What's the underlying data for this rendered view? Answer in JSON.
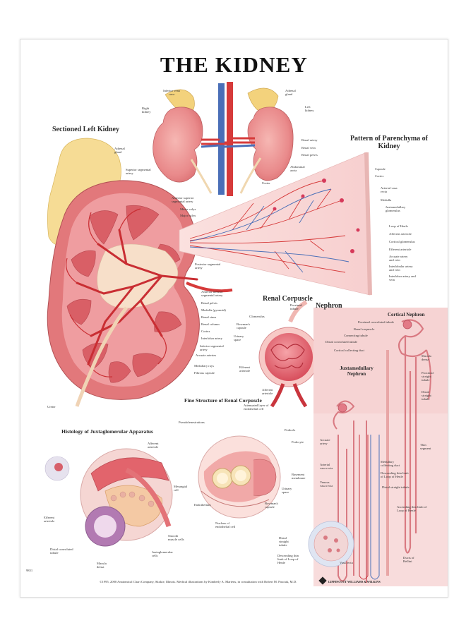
{
  "title": "THE KIDNEY",
  "sections": {
    "sectioned": "Sectioned Left Kidney",
    "parenchyma": "Pattern of Parenchyma of Kidney",
    "corpuscle": "Renal Corpuscle",
    "nephron": "Nephron",
    "cortical": "Cortical Nephron",
    "juxta": "Juxtamedullary Nephron",
    "fine": "Fine Structure of Renal Corpuscle",
    "histology": "Histology of Juxtaglomerular Apparatus"
  },
  "labels": {
    "top": {
      "ivc": "Inferior vena cava",
      "right_kidney": "Right kidney",
      "adrenal": "Adrenal gland",
      "left_kidney": "Left kidney",
      "renal_artery": "Renal artery",
      "renal_vein": "Renal vein",
      "renal_pelvis": "Renal pelvis",
      "aorta": "Abdominal aorta",
      "ureter": "Ureter"
    },
    "section": {
      "adrenal": "Adrenal gland",
      "superior": "Superior segmental artery",
      "anterior_sup": "Anterior superior segmental artery",
      "minor": "Minor calyx",
      "major": "Major calyx",
      "posterior": "Posterior segmental artery",
      "anterior_inf": "Anterior inferior segmental artery",
      "pelvis": "Renal pelvis",
      "medulla": "Medulla (pyramid)",
      "sinus": "Renal sinus",
      "column": "Renal column",
      "cortex": "Cortex",
      "interlobar": "Interlobar artery",
      "inferior": "Inferior segmental artery",
      "arcuate": "Arcuate arteries",
      "rays": "Medullary rays",
      "capsule": "Fibrous capsule",
      "ureter": "Ureter"
    },
    "parenchyma": {
      "capsule": "Capsule",
      "cortex": "Cortex",
      "vasa": "Arterial vasa recta",
      "medulla": "Medulla",
      "juxta_glom": "Juxtamedullary glomerulus",
      "loop": "Loop of Henle",
      "afferent": "Afferent arteriole",
      "cortical_glom": "Cortical glomerulus",
      "efferent": "Efferent arteriole",
      "arcuate": "Arcuate artery and vein",
      "interlobular": "Interlobular artery and vein",
      "interlobar": "Interlobar artery and vein"
    },
    "corpuscle": {
      "proximal": "Proximal tubule",
      "glomerulus": "Glomerulus",
      "bowmans": "Bowman's capsule",
      "urinary": "Urinary space",
      "efferent": "Efferent arteriole",
      "afferent": "Afferent arteriole"
    },
    "nephron": {
      "pct": "Proximal convoluted tubule",
      "corpuscle": "Renal corpuscle",
      "connecting": "Connecting tubule",
      "dct": "Distal convoluted tubule",
      "collecting": "Cortical collecting duct",
      "macula": "Macula densa",
      "prox_straight": "Proximal straight tubule",
      "dist_straight": "Distal straight tubule",
      "arcuate": "Arcuate artery",
      "thin": "Thin segment",
      "medullary_cd": "Medullary collecting duct",
      "desc_thin": "Descending thin limb of Loop of Henle",
      "dist_straight2": "Distal straight tubule",
      "arterial_vasa": "Arterial vasa recta",
      "venous_vasa": "Venous vasa recta",
      "asc_thin": "Ascending thin limb of Loop of Henle",
      "bellini": "Ducts of Bellini",
      "vasa": "Vasa recta",
      "dist_straight3": "Distal straight tubule",
      "desc_thin2": "Descending thin limb of Loop of Henle"
    },
    "fine": {
      "pseudo": "Pseudofenestrations",
      "attenuated": "Attenuated layer of endothelial cell",
      "pedicels": "Pedicels",
      "podocyte": "Podocyte",
      "basement": "Basement membrane",
      "urinary": "Urinary space",
      "bowmans": "Bowman's capsule",
      "mesangial": "Mesangial cell",
      "endothelium": "Endothelium",
      "nucleus": "Nucleus of endothelial cell"
    },
    "histo": {
      "afferent": "Afferent arteriole",
      "efferent": "Efferent arteriole",
      "smooth": "Smooth muscle cells",
      "jg_cells": "Juxtaglomerular cells",
      "dct": "Distal convoluted tubule",
      "macula": "Macula densa"
    }
  },
  "footer": {
    "left_code": "9851",
    "credit": "©1995, 2000 Anatomical Chart Company, Skokie, Illinois. Medical illustrations by Kimberly A. Martens, in consultation with Robert M. Pasciak, M.D.",
    "publisher": "LIPPINCOTT WILLIAMS & WILKINS"
  },
  "colors": {
    "kidney": "#e8868a",
    "cortex": "#ef9a9a",
    "artery": "#d63a3a",
    "vein": "#4a6fb8",
    "fat": "#f6dc95",
    "tubule": "#f2b7b2",
    "nephron_bg": "#f8dcdc"
  }
}
